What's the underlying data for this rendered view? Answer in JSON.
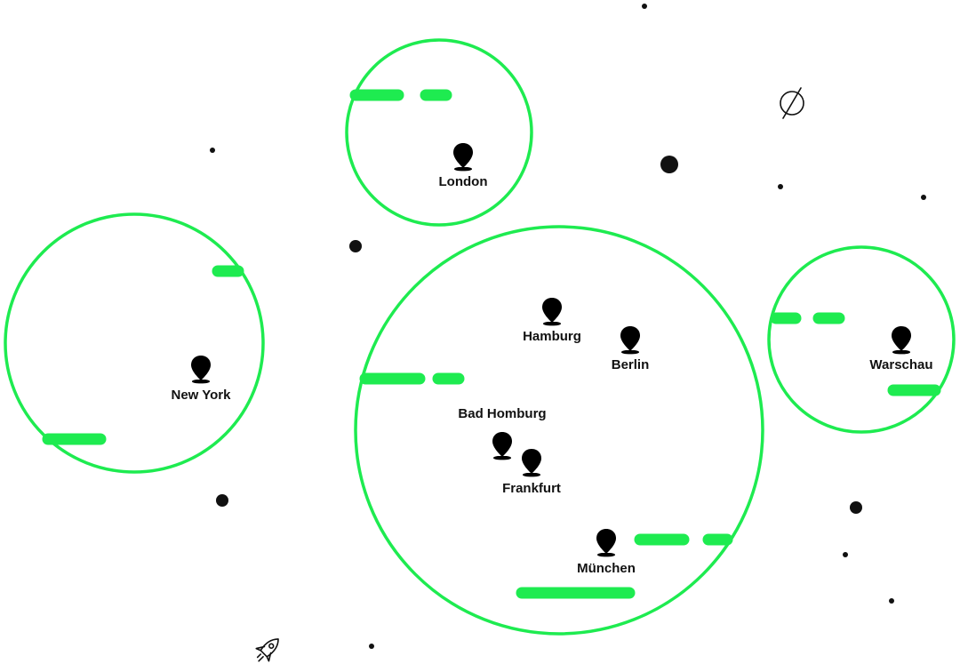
{
  "cities": {
    "london": "London",
    "new_york": "New York",
    "hamburg": "Hamburg",
    "berlin": "Berlin",
    "bad_homburg": "Bad Homburg",
    "frankfurt": "Frankfurt",
    "muenchen": "München",
    "warschau": "Warschau"
  },
  "icons": {
    "location": "location-pin-icon",
    "planet": "planet-icon",
    "rocket": "rocket-icon"
  },
  "colors": {
    "accent": "#1eeb50",
    "ink": "#111111",
    "background": "#ffffff"
  }
}
